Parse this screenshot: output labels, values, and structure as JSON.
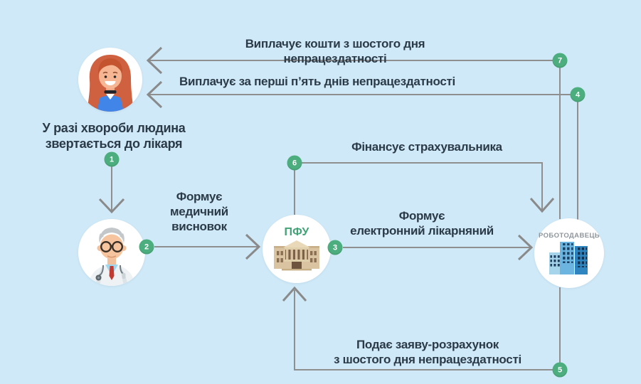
{
  "colors": {
    "background": "#cfe9f8",
    "node_green": "#4cae7e",
    "line_gray": "#8f8f8f",
    "text_dark": "#2b3a47",
    "pfu_green": "#42a376",
    "employer_gray": "#8e969c"
  },
  "actors": {
    "patient": {
      "icon": "woman-avatar",
      "caption": {
        "line1": "У разі хвороби людина",
        "line2": "звертається до лікаря"
      }
    },
    "doctor": {
      "icon": "doctor-avatar"
    },
    "pfu": {
      "icon": "government-building-icon",
      "label": "ПФУ"
    },
    "employer": {
      "icon": "office-buildings-icon",
      "label": "РОБОТОДАВЕЦЬ"
    }
  },
  "steps": {
    "1": {
      "number": "1"
    },
    "2": {
      "number": "2",
      "lines": [
        "Формує",
        "медичний",
        "висновок"
      ]
    },
    "3": {
      "number": "3",
      "lines": [
        "Формує",
        "електронний лікарняний"
      ]
    },
    "4": {
      "number": "4",
      "label": "Виплачує за перші п’ять днів непрацездатності"
    },
    "5": {
      "number": "5",
      "lines": [
        "Подає заяву-розрахунок",
        "з шостого дня непрацездатності"
      ]
    },
    "6": {
      "number": "6",
      "label": "Фінансує страхувальника"
    },
    "7": {
      "number": "7",
      "label": "Виплачує кошти з шостого дня непрацездатності"
    }
  }
}
